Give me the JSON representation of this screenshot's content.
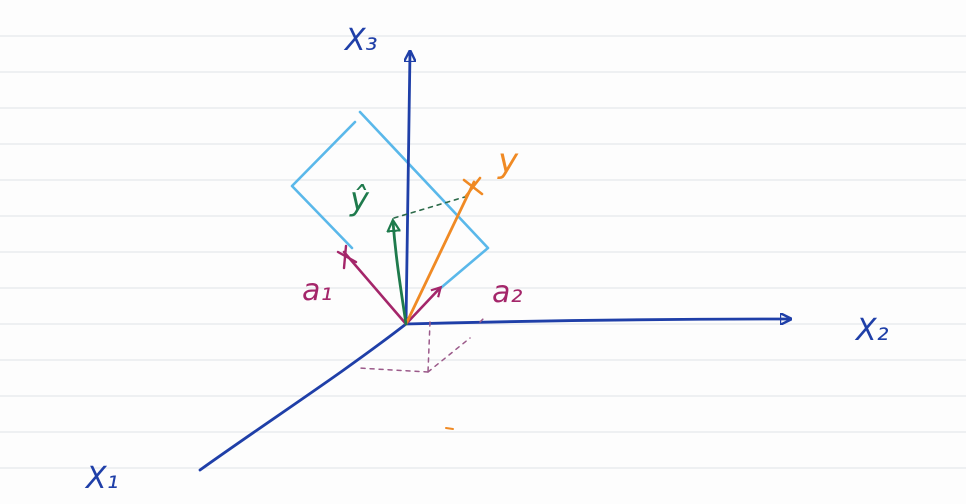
{
  "labels": {
    "x3": "X₃",
    "x2": "X₂",
    "x1": "X₁",
    "a1": "a₁",
    "a2": "a₂",
    "y": "y",
    "y_hat": "ŷ"
  },
  "colors": {
    "axis": "#1f3fa8",
    "plane": "#5ab8ea",
    "a_vectors": "#a4266a",
    "y_vector": "#f08a24",
    "y_hat_vector": "#1e7a4c",
    "dashed_projection": "#2d6b4a",
    "rule_lines": "#e6e8ec"
  }
}
